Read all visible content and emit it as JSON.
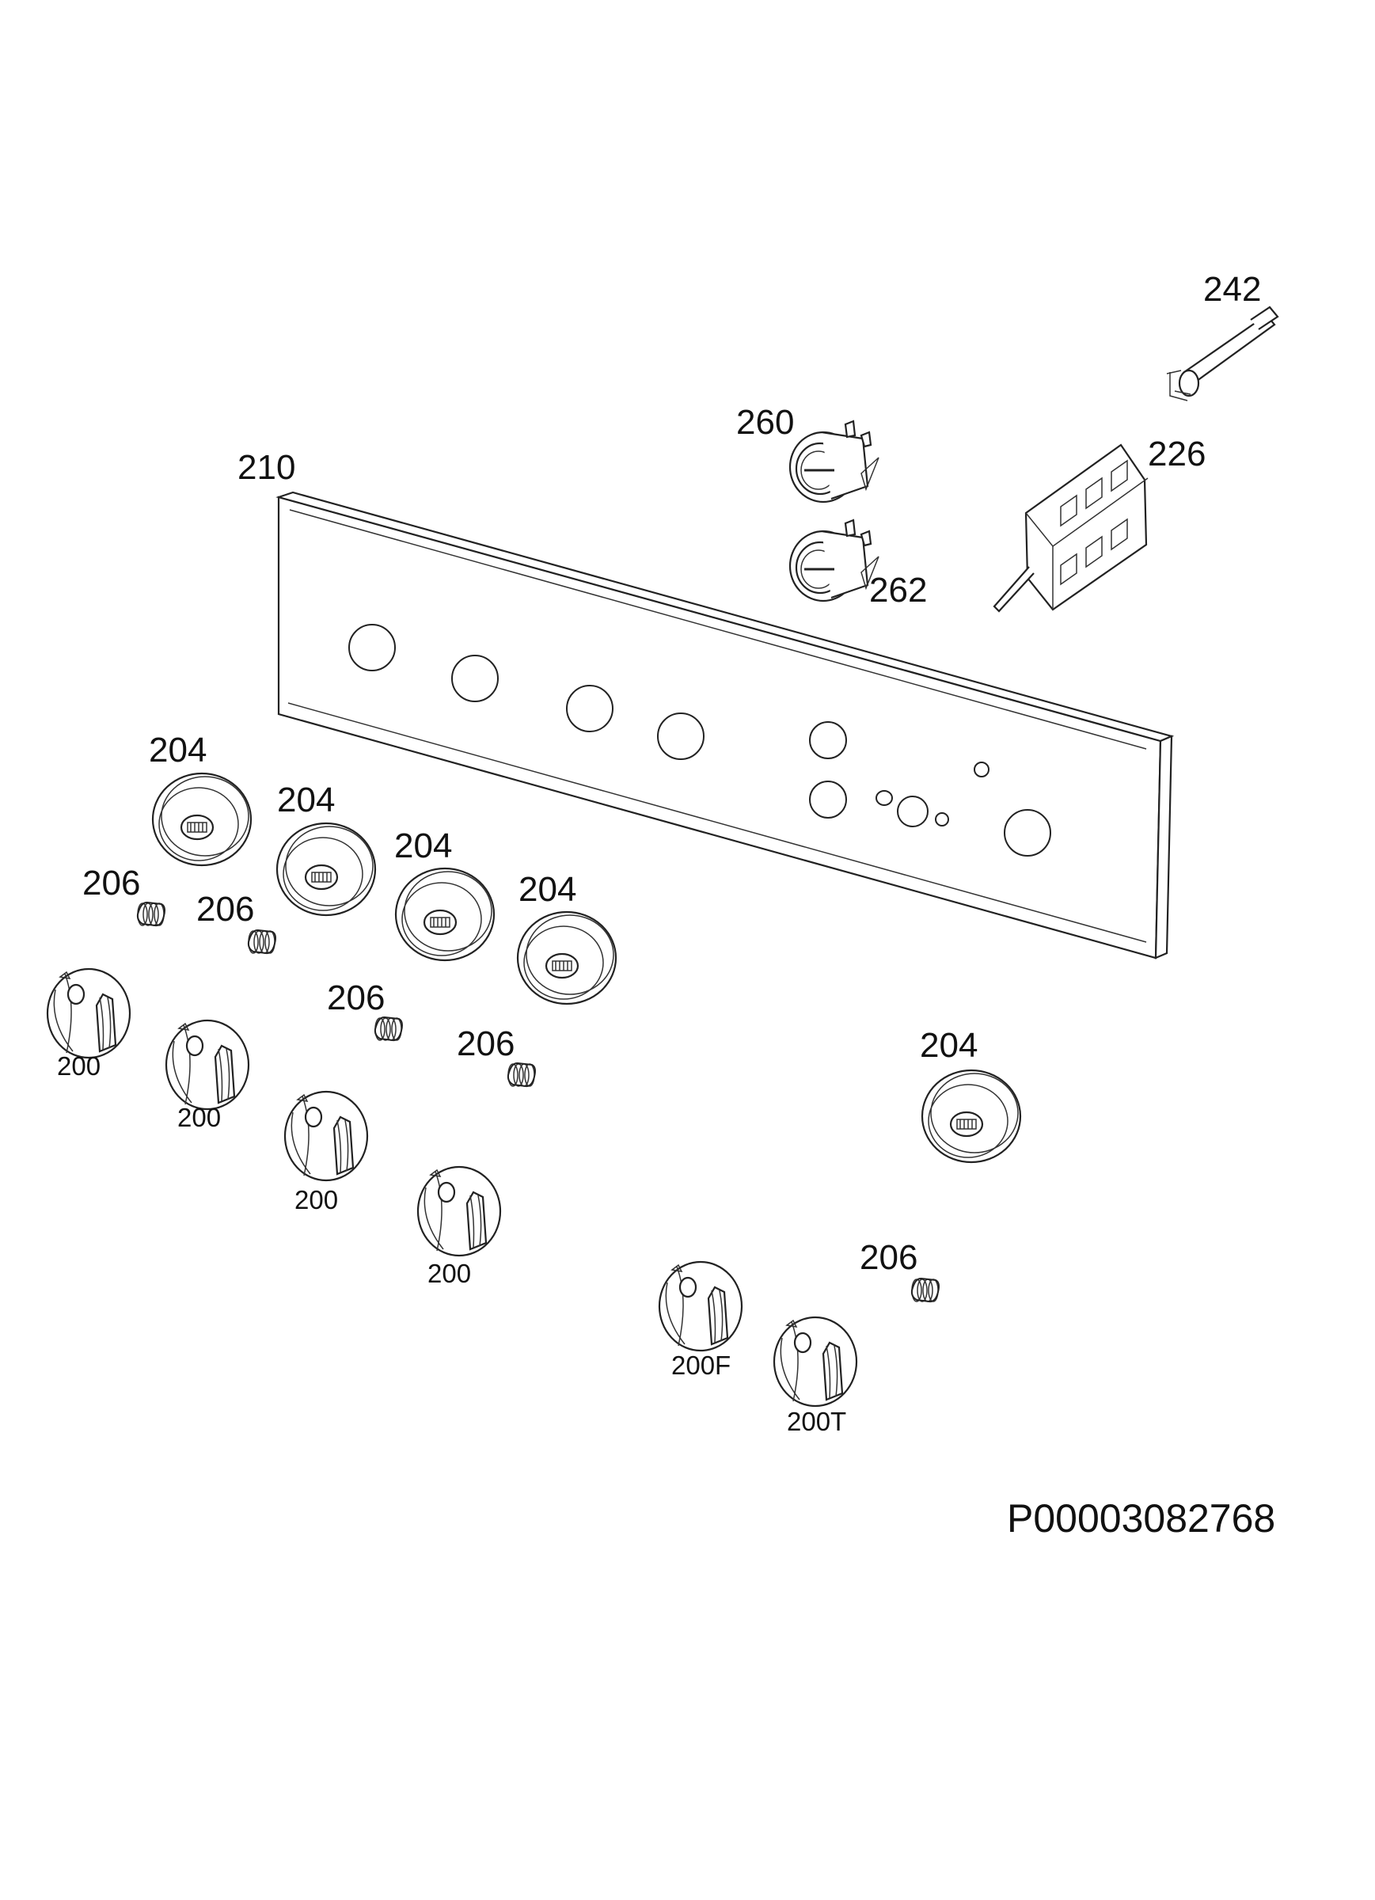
{
  "diagram": {
    "document_code": "P00003082768",
    "parts": {
      "panel": "210",
      "switch_top": "260",
      "switch_bottom": "262",
      "igniter": "242",
      "module": "226",
      "ring": "204",
      "spring": "206",
      "knob": "200",
      "knob_f": "200F",
      "knob_t": "200T"
    }
  }
}
